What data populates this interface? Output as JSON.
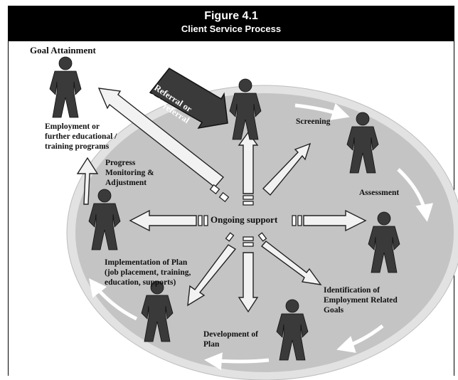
{
  "figure": {
    "title": "Figure 4.1",
    "subtitle": "Client Service Process"
  },
  "labels": {
    "goal_attainment": "Goal Attainment",
    "referral": [
      "Referral or",
      "Self-referral"
    ],
    "screening": "Screening",
    "assessment": "Assessment",
    "employment": [
      "Employment or",
      "further educational /",
      "training programs"
    ],
    "progress": [
      "Progress",
      "Monitoring &",
      "Adjustment"
    ],
    "ongoing_support": "Ongoing support",
    "implementation": [
      "Implementation of Plan",
      "(job placement, training,",
      "education, supports)"
    ],
    "identification": [
      "Identification of",
      "Employment Related",
      "Goals"
    ],
    "development": [
      "Development of",
      "Plan"
    ]
  },
  "colors": {
    "background": "#ffffff",
    "header": "#000000",
    "ellipse": "#c4c4c4",
    "ring": "#e2e2e2",
    "person": "#3a3a3a",
    "arrow_fill": "#f2f2f2"
  }
}
